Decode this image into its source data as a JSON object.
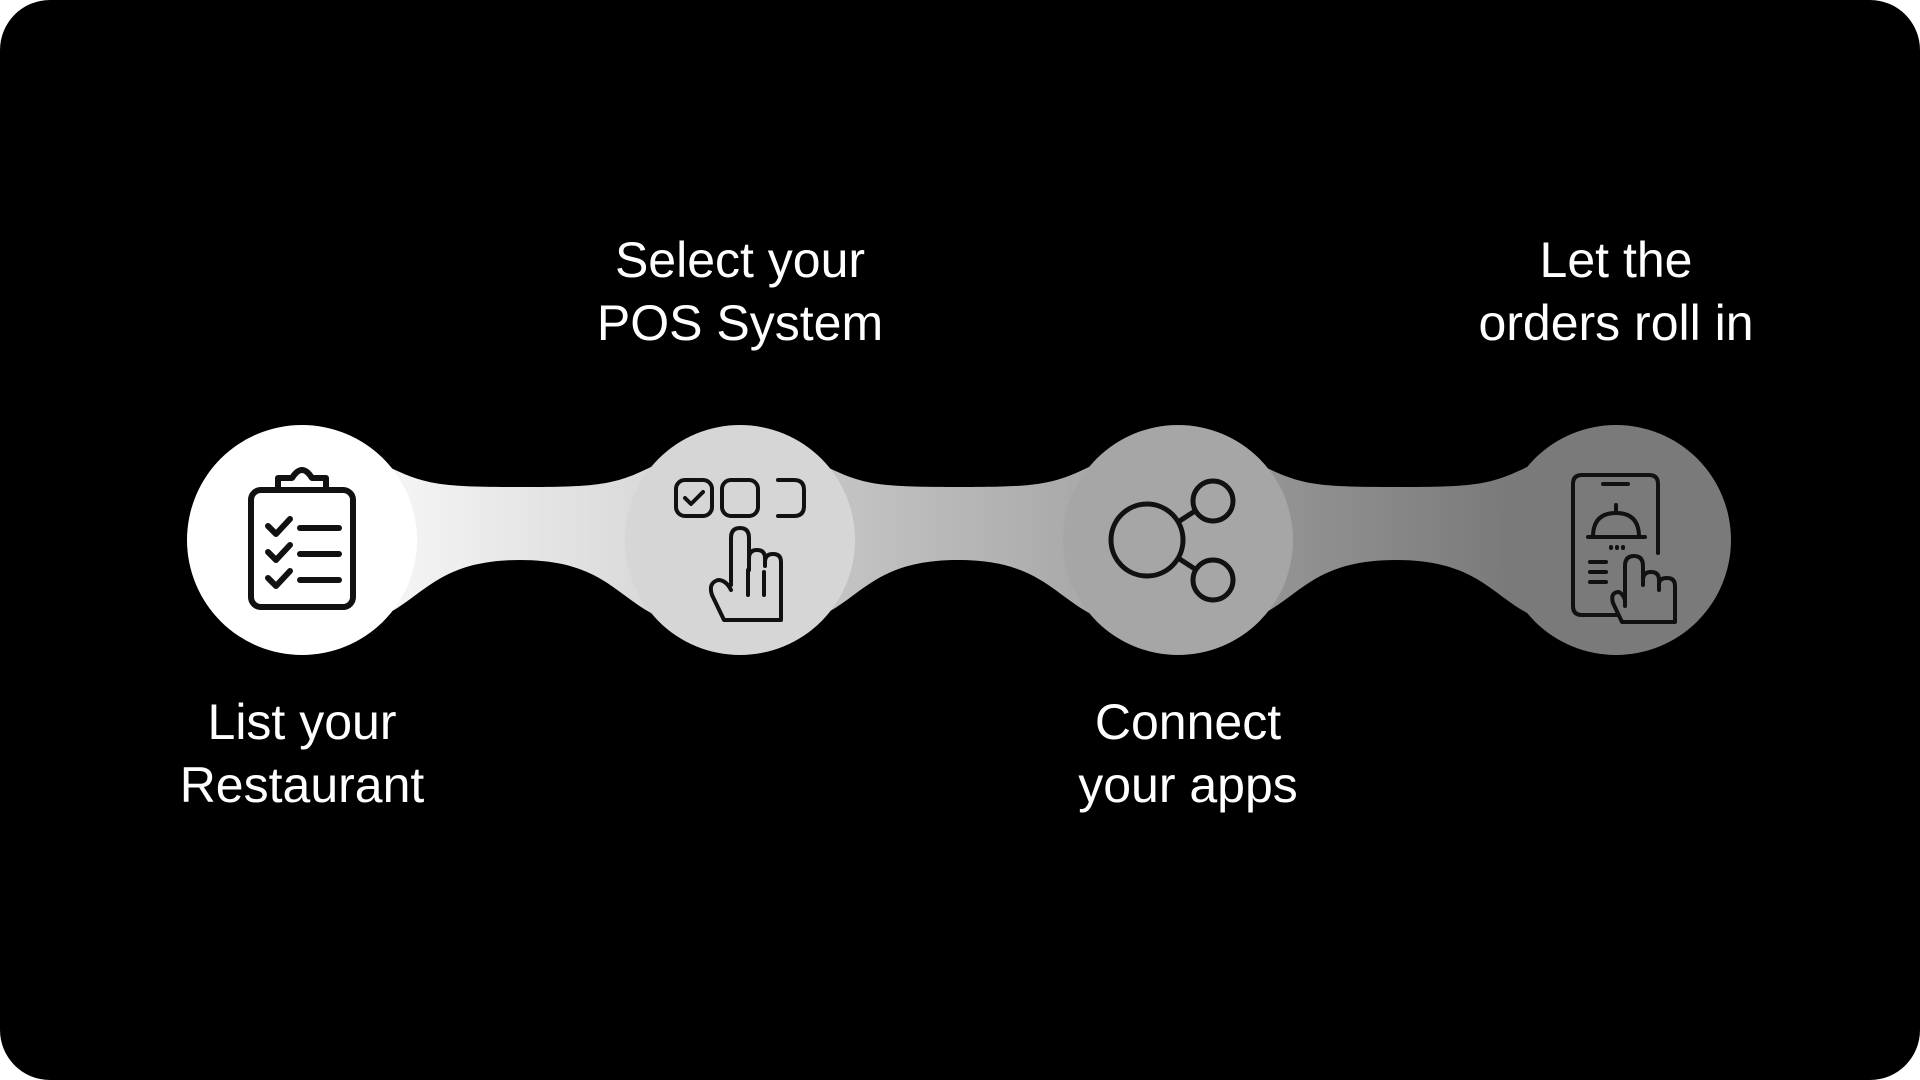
{
  "steps": [
    {
      "line1": "List your",
      "line2": "Restaurant",
      "icon": "clipboard-checklist-icon",
      "fill": "#ffffff"
    },
    {
      "line1": "Select your",
      "line2": "POS System",
      "icon": "tap-select-option-icon",
      "fill": "#d6d6d6"
    },
    {
      "line1": "Connect",
      "line2": "your apps",
      "icon": "share-network-icon",
      "fill": "#a6a6a6"
    },
    {
      "line1": "Let the",
      "line2": "orders roll in",
      "icon": "mobile-food-order-icon",
      "fill": "#7a7a7a"
    }
  ],
  "colors": {
    "background": "#000000",
    "text": "#ffffff",
    "icon_stroke": "#111111"
  }
}
